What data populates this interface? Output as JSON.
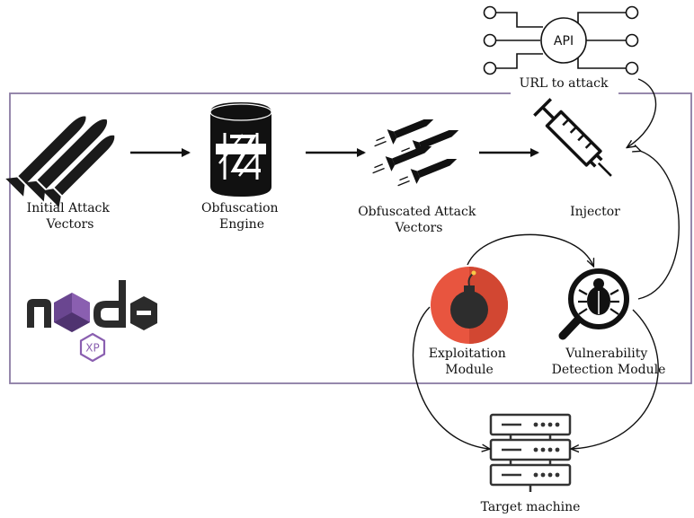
{
  "colors": {
    "frame": "#8b7ba3",
    "ink": "#111111",
    "bomb_bg": "#e8553f",
    "node_purple": "#8a5fb0"
  },
  "icons": {
    "api": "api-network-icon",
    "initial": "missiles-icon",
    "engine": "database-cylinder-icon",
    "obfuscated": "rockets-icon",
    "injector": "syringe-icon",
    "exploitation": "bomb-icon",
    "vulnerability": "bug-magnifier-icon",
    "target": "server-rack-icon",
    "logo": "node-xp-logo"
  },
  "nodes": {
    "api": {
      "icon_text": "API",
      "label": "URL to attack"
    },
    "initial": {
      "label_lines": [
        "Initial Attack",
        "Vectors"
      ]
    },
    "engine": {
      "label_lines": [
        "Obfuscation",
        "Engine"
      ]
    },
    "obfuscated": {
      "label_lines": [
        "Obfuscated Attack",
        "Vectors"
      ]
    },
    "injector": {
      "label_lines": [
        "Injector"
      ]
    },
    "exploitation": {
      "label_lines": [
        "Exploitation",
        "Module"
      ]
    },
    "vulnerability": {
      "label_lines": [
        "Vulnerability",
        "Detection Module"
      ]
    },
    "target": {
      "label_lines": [
        "Target machine"
      ]
    }
  },
  "logo": {
    "badge_text": "XP"
  }
}
